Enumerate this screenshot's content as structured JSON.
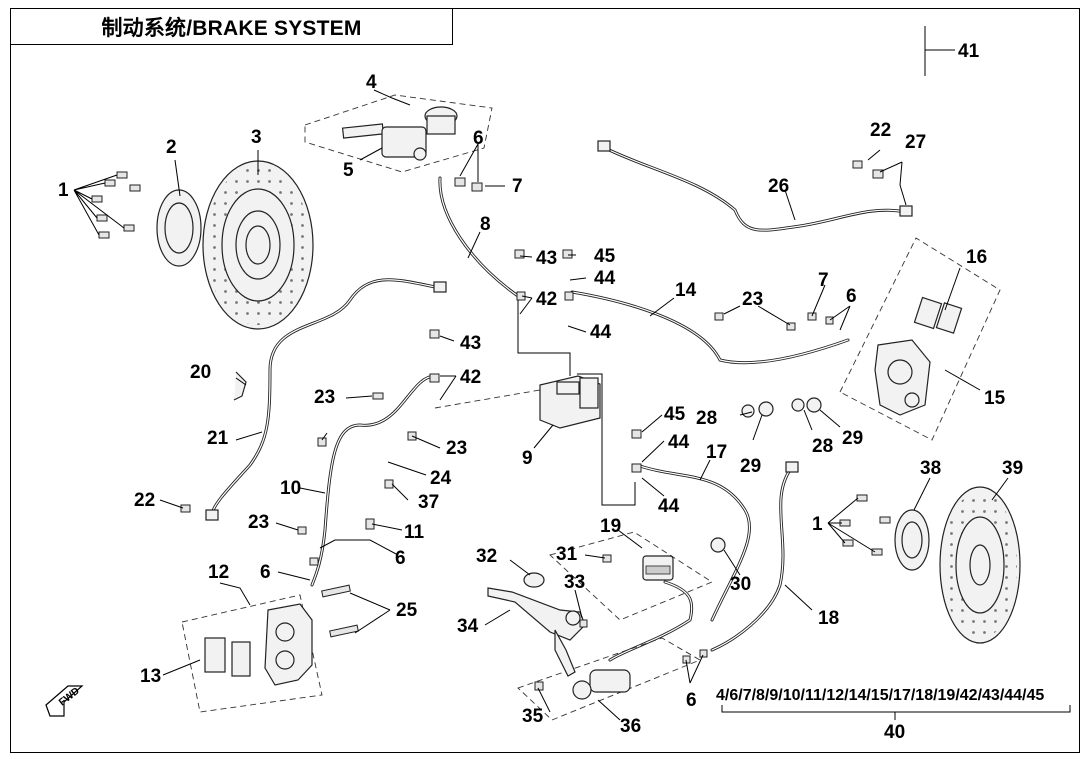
{
  "title": "制动系统/BRAKE SYSTEM",
  "kit_label": "4/6/7/8/9/10/11/12/14/15/17/18/19/42/43/44/45",
  "fwd_label": "FWD",
  "callouts": {
    "c1a": "1",
    "c1b": "1",
    "c2": "2",
    "c3": "3",
    "c4": "4",
    "c5": "5",
    "c6a": "6",
    "c6b": "6",
    "c6c": "6",
    "c6d": "6",
    "c6e": "6",
    "c7a": "7",
    "c7b": "7",
    "c8": "8",
    "c9": "9",
    "c10": "10",
    "c11": "11",
    "c12": "12",
    "c13": "13",
    "c14": "14",
    "c15": "15",
    "c16": "16",
    "c17": "17",
    "c18": "18",
    "c19": "19",
    "c20": "20",
    "c21": "21",
    "c22a": "22",
    "c22b": "22",
    "c23a": "23",
    "c23b": "23",
    "c23c": "23",
    "c23d": "23",
    "c24": "24",
    "c25": "25",
    "c26": "26",
    "c27": "27",
    "c28a": "28",
    "c28b": "28",
    "c29a": "29",
    "c29b": "29",
    "c30": "30",
    "c31": "31",
    "c32": "32",
    "c33": "33",
    "c34": "34",
    "c35": "35",
    "c36": "36",
    "c37": "37",
    "c38": "38",
    "c39": "39",
    "c40": "40",
    "c41": "41",
    "c42a": "42",
    "c42b": "42",
    "c43a": "43",
    "c43b": "43",
    "c44a": "44",
    "c44b": "44",
    "c44c": "44",
    "c44d": "44",
    "c45a": "45",
    "c45b": "45"
  }
}
